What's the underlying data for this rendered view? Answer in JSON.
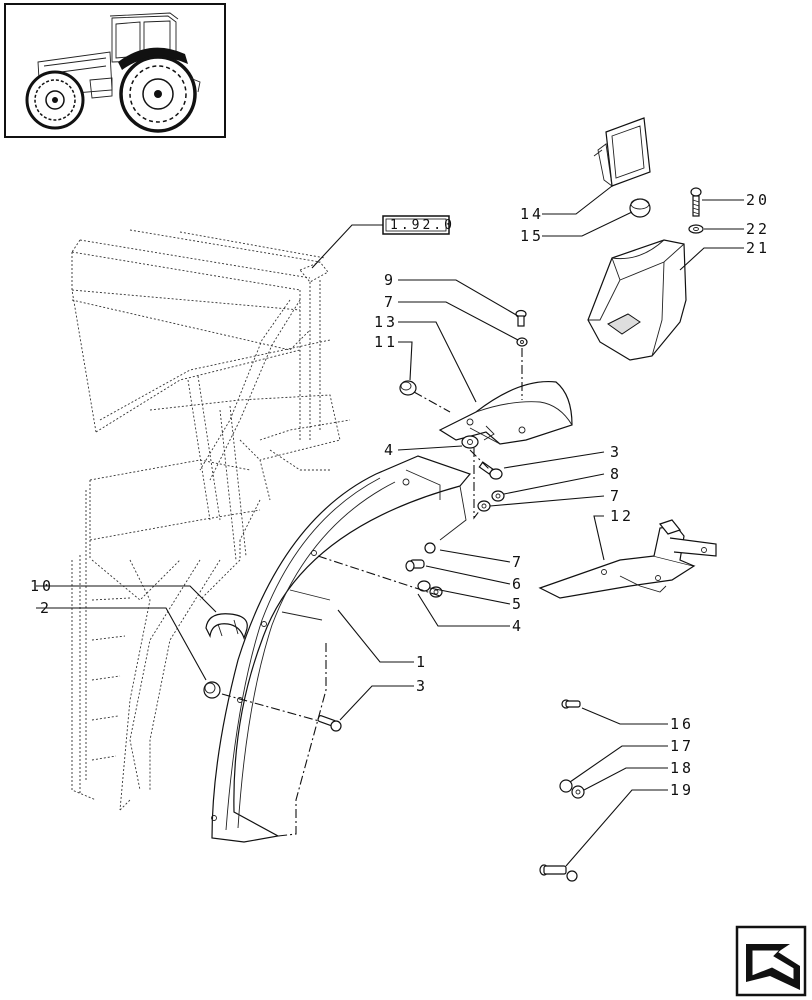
{
  "reference_box": "1.92.0",
  "callouts": {
    "c1": "1",
    "c2": "2",
    "c3a": "3",
    "c3b": "3",
    "c4a": "4",
    "c4b": "4",
    "c5": "5",
    "c6": "6",
    "c7a": "7",
    "c7b": "7",
    "c7c": "7",
    "c8": "8",
    "c9": "9",
    "c10": "10",
    "c11": "11",
    "c12": "12",
    "c13": "13",
    "c14": "14",
    "c15": "15",
    "c16": "16",
    "c17": "17",
    "c18": "18",
    "c19": "19",
    "c20": "20",
    "c21": "21",
    "c22": "22"
  },
  "thumbnail": {
    "subject": "tractor-icon"
  },
  "navigation": {
    "icon": "next-page-arrow-icon"
  }
}
